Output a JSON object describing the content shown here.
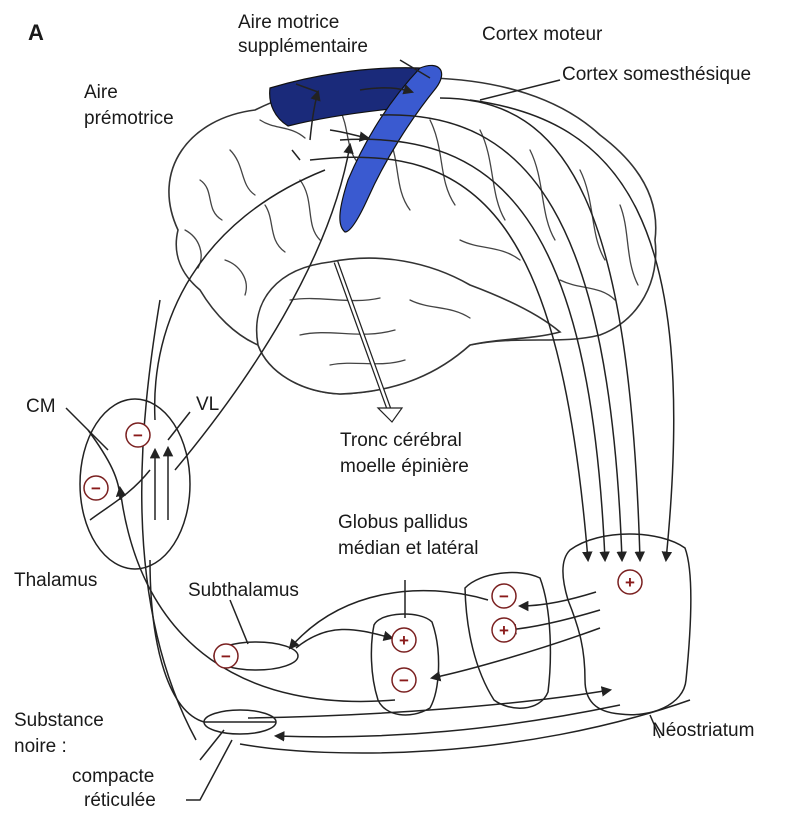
{
  "panel_letter": "A",
  "labels": {
    "supp_motor_1": "Aire motrice",
    "supp_motor_2": "supplémentaire",
    "motor_cortex": "Cortex moteur",
    "somato_cortex": "Cortex somesthésique",
    "premotor_1": "Aire",
    "premotor_2": "prémotrice",
    "cm": "CM",
    "vl": "VL",
    "thalamus": "Thalamus",
    "brainstem_1": "Tronc cérébral",
    "brainstem_2": "moelle épinière",
    "gp_1": "Globus pallidus",
    "gp_2": "médian et latéral",
    "subthalamus": "Subthalamus",
    "substantia_1": "Substance",
    "substantia_2": "noire :",
    "compacta": "compacte",
    "reticulata": "réticulée",
    "neostriatum": "Néostriatum"
  },
  "signs": {
    "plus": "+",
    "minus": "−"
  },
  "colors": {
    "supp_motor_area": "#1a2a7a",
    "motor_cortex": "#3a5ad0",
    "sign_ink": "#8a1a1a"
  }
}
